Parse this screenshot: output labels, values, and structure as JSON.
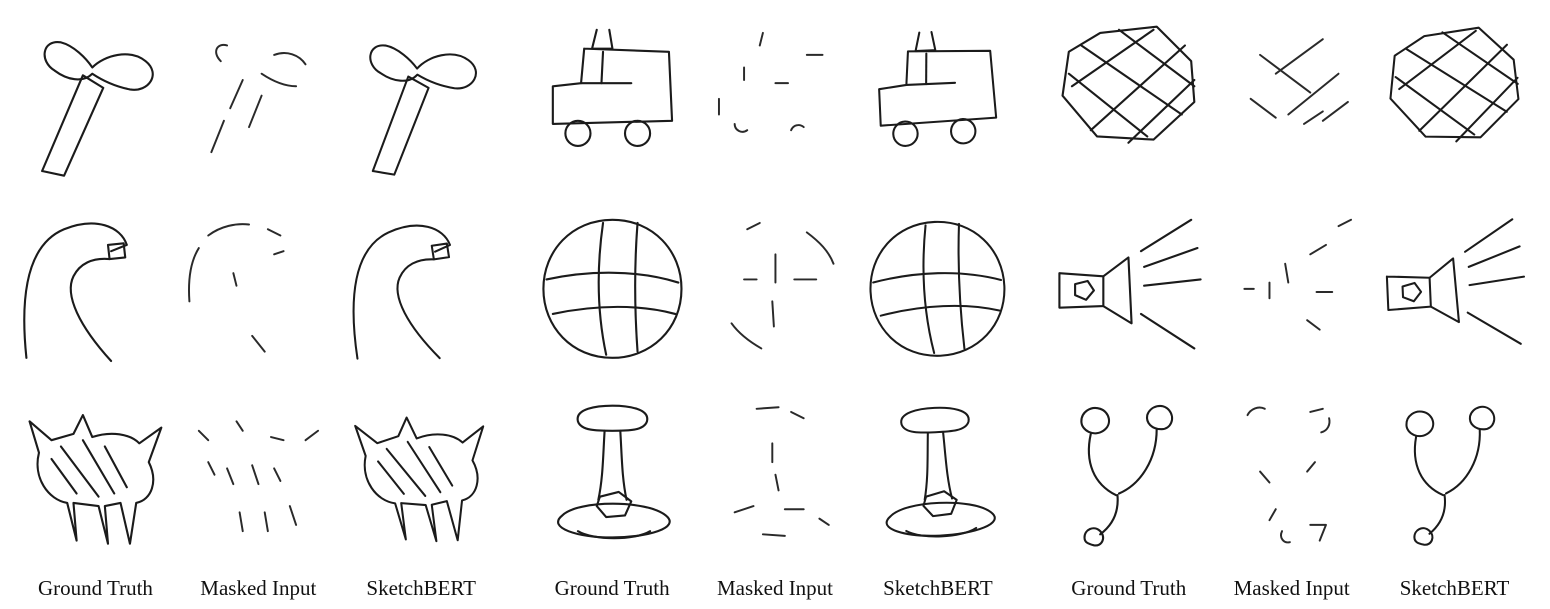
{
  "figure": {
    "column_labels": [
      "Ground Truth",
      "Masked Input",
      "SketchBERT"
    ],
    "rows": [
      "axe",
      "arm",
      "cat",
      "truck",
      "basketball",
      "table",
      "pineapple",
      "flashlight",
      "stethoscope"
    ]
  },
  "sketches": {
    "axe": {
      "ground_truth": [
        "M16 96 L42 35 L55 43 L30 99 L16 96",
        "M24 32 C14 26 16 12 28 14 C36 16 44 24 48 30 C56 22 72 18 82 26 C92 34 84 46 72 44 C62 42 54 38 48 34 C42 40 32 38 24 32"
      ],
      "masked_input": [
        "M40 38 L32 56",
        "M28 64 L20 84",
        "M52 48 L44 68",
        "M26 26 C20 20 24 14 30 16",
        "M60 22 C68 19 76 22 80 28",
        "M74 42 C66 42 58 38 52 34"
      ]
    },
    "truck": {
      "ground_truth": [
        "M40 6 L37 18 L50 18 L48 6",
        "M32 18 L30 40 L12 42 L12 66 L88 64 L86 20 L32 18",
        "M44 20 L43 40",
        "M30 40 L62 40",
        "M20 72 a8 8 0 1 0 16 0 a8 8 0 1 0 -16 0",
        "M58 72 a8 8 0 1 0 16 0 a8 8 0 1 0 -16 0"
      ],
      "masked_input": [
        "M42 8 L40 16",
        "M14 50 L14 60",
        "M24 66 a5 5 0 0 0 8 4",
        "M60 70 a5 5 0 0 1 8 -2",
        "M70 22 L80 22",
        "M50 40 L58 40",
        "M30 30 L30 38"
      ]
    },
    "pineapple": {
      "ground_truth": [
        "M32 8 L68 4 L90 26 L92 52 L66 76 L30 74 L8 48 L12 20 L32 8",
        "M20 16 L84 60",
        "M12 34 L62 74",
        "M44 6 L92 42",
        "M66 6 L14 42",
        "M86 16 L26 70",
        "M92 38 L50 78"
      ],
      "masked_input": [
        "M30 22 L62 46",
        "M70 12 L40 34",
        "M80 34 L48 60",
        "M86 52 L70 64",
        "M24 50 L40 62",
        "M58 66 L70 58"
      ]
    },
    "arm": {
      "ground_truth": [
        "M6 94 C2 56 6 22 30 12 C50 4 66 10 70 22 L60 26",
        "M58 22 L68 21 L69 30 L59 31 L58 22",
        "M59 31 C48 30 40 34 36 42 C30 54 40 74 60 96"
      ],
      "masked_input": [
        "M18 16 C26 10 36 8 44 9",
        "M56 12 L64 16",
        "M6 58 C5 44 7 32 12 24",
        "M66 26 L60 28",
        "M46 80 L54 90",
        "M36 48 L34 40"
      ]
    },
    "basketball": {
      "ground_truth": [
        "M50 6 C76 6 94 26 94 50 C94 76 74 94 50 94 C24 94 6 74 6 50 C6 26 24 6 50 6",
        "M44 8 C40 36 40 64 46 92",
        "M66 8 C64 34 64 62 66 90",
        "M8 44 C36 38 66 38 92 46",
        "M12 66 C40 60 68 60 90 66"
      ],
      "masked_input": [
        "M32 12 L40 8",
        "M70 14 C78 20 84 26 87 34",
        "M50 28 L50 46",
        "M48 58 L49 74",
        "M22 72 C27 79 34 84 41 88",
        "M62 44 L76 44",
        "M30 44 L38 44"
      ]
    },
    "flashlight": {
      "ground_truth": [
        "M6 40 L6 62 L34 61 L34 42 L6 40",
        "M34 42 L50 30 L52 72 L34 61",
        "M16 47 L24 45 L28 51 L23 57 L16 54 L16 47",
        "M58 26 L90 6",
        "M60 48 L96 44",
        "M58 66 L92 88",
        "M60 36 L94 24"
      ],
      "masked_input": [
        "M46 34 L48 46",
        "M20 50 L26 50",
        "M62 28 L72 22",
        "M66 52 L76 52",
        "M60 70 L68 76",
        "M36 46 L36 56",
        "M80 10 L88 6"
      ]
    },
    "cat": {
      "ground_truth": [
        "M14 34 L8 14 L22 26 L36 22 L42 10 L48 24 C60 20 72 22 78 28 L92 18 L84 40 C90 52 86 64 76 66 L72 92 L66 66 L56 68 L58 92 L52 68 L36 66 L38 90 L32 66 C20 64 10 50 14 34",
        "M28 30 L52 62",
        "M42 26 L62 60",
        "M56 30 L70 56",
        "M22 38 L38 60"
      ],
      "masked_input": [
        "M12 20 L18 26",
        "M36 14 L40 20",
        "M58 24 L66 26",
        "M80 26 L88 20",
        "M30 44 L34 54",
        "M46 42 L50 54",
        "M60 44 L64 52",
        "M38 72 L40 84",
        "M54 72 L56 84",
        "M70 68 L74 80",
        "M18 40 L22 48"
      ]
    },
    "table": {
      "ground_truth": [
        "M28 14 C26 6 40 4 50 4 C60 4 74 6 72 14 C70 20 60 20 50 20 C40 20 30 20 28 14",
        "M45 20 C44 36 44 50 41 64",
        "M55 20 C56 36 56 50 59 64",
        "M42 62 L54 59 L62 65 L58 74 L46 75 L40 68 L42 62",
        "M18 74 C28 64 72 64 84 74 C94 82 72 88 50 88 C28 88 8 82 18 74",
        "M28 84 C38 90 64 90 74 84"
      ],
      "masked_input": [
        "M38 6 L52 5",
        "M60 8 L68 12",
        "M48 28 L48 40",
        "M50 48 L52 58",
        "M24 72 L36 68",
        "M56 70 L68 70",
        "M42 86 L56 87",
        "M78 76 L84 80"
      ]
    },
    "stethoscope": {
      "ground_truth": [
        "M20 14 C20 8 26 4 32 6 C38 8 40 16 34 20 C28 24 20 20 20 14",
        "M62 10 C64 4 72 2 76 7 C80 12 77 19 71 19 C65 19 61 15 62 10",
        "M26 22 C22 40 28 54 42 61",
        "M68 19 C68 38 58 54 44 60",
        "M43 61 C44 72 40 80 32 86",
        "M22 88 C22 83 28 80 32 84 C36 88 33 94 28 93 C24 92 22 91 22 88"
      ],
      "masked_input": [
        "M22 10 C24 6 29 4 33 6",
        "M62 8 L70 6",
        "M74 12 C75 16 73 20 69 21",
        "M30 46 L36 53",
        "M60 46 L65 40",
        "M40 70 L36 77",
        "M44 84 C42 88 45 92 49 91",
        "M62 80 L72 80 L68 90"
      ]
    }
  }
}
